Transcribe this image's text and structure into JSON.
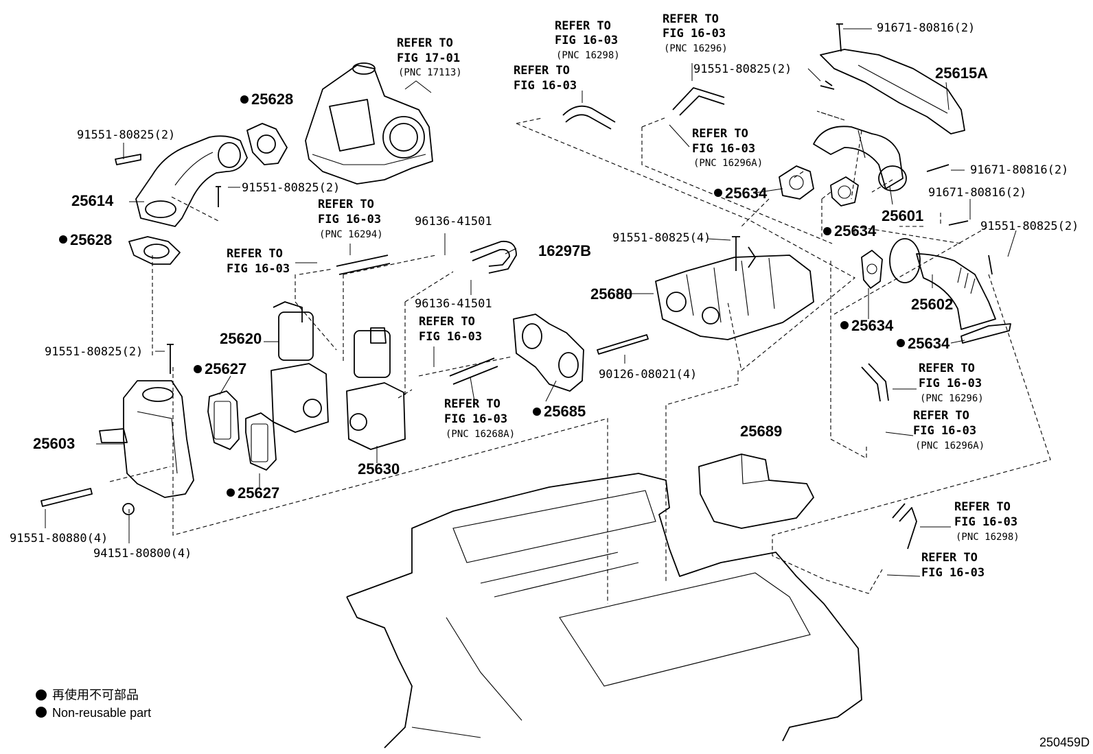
{
  "labels": {
    "ref_17_01": [
      "REFER TO",
      "FIG 17-01",
      "(PNC 17113)"
    ],
    "ref_16298_top": [
      "REFER TO",
      "FIG 16-03",
      "(PNC 16298)"
    ],
    "ref_plain_a": [
      "REFER TO",
      "FIG 16-03"
    ],
    "ref_16296_top": [
      "REFER TO",
      "FIG 16-03",
      "(PNC 16296)"
    ],
    "ref_16296a_top": [
      "REFER TO",
      "FIG 16-03",
      "(PNC 16296A)"
    ],
    "ref_16294": [
      "REFER TO",
      "FIG 16-03",
      "(PNC 16294)"
    ],
    "ref_plain_b": [
      "REFER TO",
      "FIG 16-03"
    ],
    "ref_plain_c": [
      "REFER TO",
      "FIG 16-03"
    ],
    "ref_16268a": [
      "REFER TO",
      "FIG 16-03",
      "(PNC 16268A)"
    ],
    "ref_16296_right": [
      "REFER TO",
      "FIG 16-03",
      "(PNC 16296)"
    ],
    "ref_16296a_right": [
      "REFER TO",
      "FIG 16-03",
      "(PNC 16296A)"
    ],
    "ref_16298_right": [
      "REFER TO",
      "FIG 16-03",
      "(PNC 16298)"
    ],
    "ref_plain_d": [
      "REFER TO",
      "FIG 16-03"
    ]
  },
  "parts": {
    "p25628_top": "25628",
    "p25628_left": "25628",
    "p25614": "25614",
    "bolt_a": "91551-80825(2)",
    "bolt_b": "91551-80825(2)",
    "bolt_c": "91551-80825(2)",
    "bolt_d": "91551-80825(2)",
    "bolt_e": "91551-80825(4)",
    "bolt_f": "91551-80825(2)",
    "bolt_g": "91551-80880(4)",
    "nut_a": "94151-80800(4)",
    "bolt_h": "91671-80816(2)",
    "bolt_i": "91671-80816(2)",
    "bolt_j": "91671-80816(2)",
    "p25615a": "25615A",
    "p25601": "25601",
    "p25634_a": "25634",
    "p25634_b": "25634",
    "p25634_c": "25634",
    "p25634_d": "25634",
    "p25602": "25602",
    "p25680": "25680",
    "p25620": "25620",
    "p25627_a": "25627",
    "p25627_b": "25627",
    "p25603": "25603",
    "p25630": "25630",
    "p25685": "25685",
    "p25689": "25689",
    "p16297b": "16297B",
    "clip_a": "96136-41501",
    "clip_b": "96136-41501",
    "stud": "90126-08021(4)"
  },
  "legend": {
    "jp": "再使用不可部品",
    "en": "Non-reusable part"
  },
  "figure_id": "250459D"
}
